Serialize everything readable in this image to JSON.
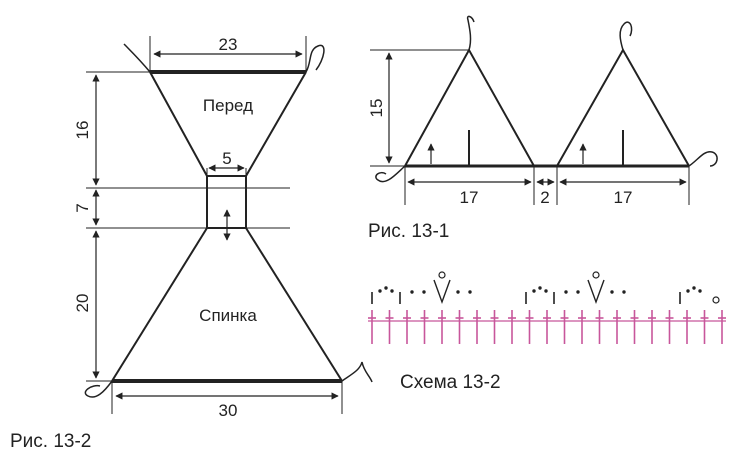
{
  "figure_left": {
    "front_label": "Перед",
    "back_label": "Спинка",
    "dim_top_width": "23",
    "dim_neck_width": "5",
    "dim_bottom_width": "30",
    "dim_front_height": "16",
    "dim_neck_height": "7",
    "dim_back_height": "20",
    "caption": "Рис. 13-2"
  },
  "figure_right": {
    "dim_height": "15",
    "dim_left_width": "17",
    "dim_gap": "2",
    "dim_right_width": "17",
    "caption": "Рис. 13-1"
  },
  "scheme": {
    "caption": "Схема 13-2",
    "stitch_color": "#c8569b"
  }
}
